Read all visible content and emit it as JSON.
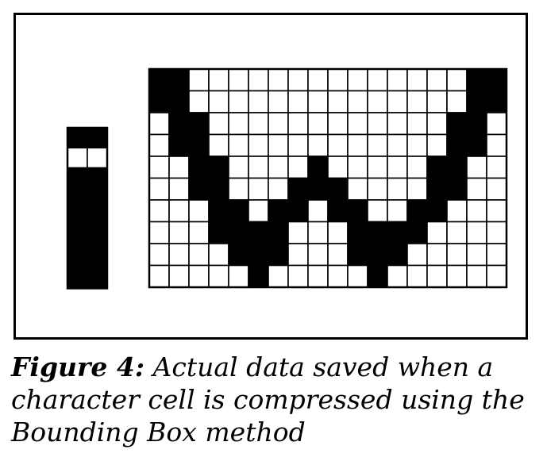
{
  "figure": {
    "caption_label": "Figure 4:",
    "caption_text": " Actual data saved when a character cell is compressed using the Bounding Box method"
  },
  "colors": {
    "ink": "#000000",
    "paper": "#ffffff"
  },
  "small_bitmap": {
    "description_cols": 2,
    "rows": [
      [
        1,
        1
      ],
      [
        0,
        0
      ],
      [
        1,
        1
      ],
      [
        1,
        1
      ],
      [
        1,
        1
      ],
      [
        1,
        1
      ],
      [
        1,
        1
      ],
      [
        1,
        1
      ]
    ]
  },
  "large_bitmap": {
    "rows": [
      [
        1,
        1,
        0,
        0,
        0,
        0,
        0,
        0,
        0,
        0,
        0,
        0,
        0,
        0,
        0,
        0,
        1,
        1
      ],
      [
        1,
        1,
        0,
        0,
        0,
        0,
        0,
        0,
        0,
        0,
        0,
        0,
        0,
        0,
        0,
        0,
        1,
        1
      ],
      [
        0,
        1,
        1,
        0,
        0,
        0,
        0,
        0,
        0,
        0,
        0,
        0,
        0,
        0,
        0,
        1,
        1,
        0
      ],
      [
        0,
        1,
        1,
        0,
        0,
        0,
        0,
        0,
        0,
        0,
        0,
        0,
        0,
        0,
        0,
        1,
        1,
        0
      ],
      [
        0,
        0,
        1,
        1,
        0,
        0,
        0,
        0,
        1,
        0,
        0,
        0,
        0,
        0,
        1,
        1,
        0,
        0
      ],
      [
        0,
        0,
        1,
        1,
        0,
        0,
        0,
        1,
        1,
        1,
        0,
        0,
        0,
        0,
        1,
        1,
        0,
        0
      ],
      [
        0,
        0,
        0,
        1,
        1,
        0,
        1,
        1,
        0,
        1,
        1,
        0,
        0,
        1,
        1,
        0,
        0,
        0
      ],
      [
        0,
        0,
        0,
        1,
        1,
        1,
        1,
        0,
        0,
        0,
        1,
        1,
        1,
        1,
        0,
        0,
        0,
        0
      ],
      [
        0,
        0,
        0,
        0,
        1,
        1,
        1,
        0,
        0,
        0,
        1,
        1,
        1,
        0,
        0,
        0,
        0,
        0
      ],
      [
        0,
        0,
        0,
        0,
        0,
        1,
        0,
        0,
        0,
        0,
        0,
        1,
        0,
        0,
        0,
        0,
        0,
        0
      ]
    ]
  }
}
